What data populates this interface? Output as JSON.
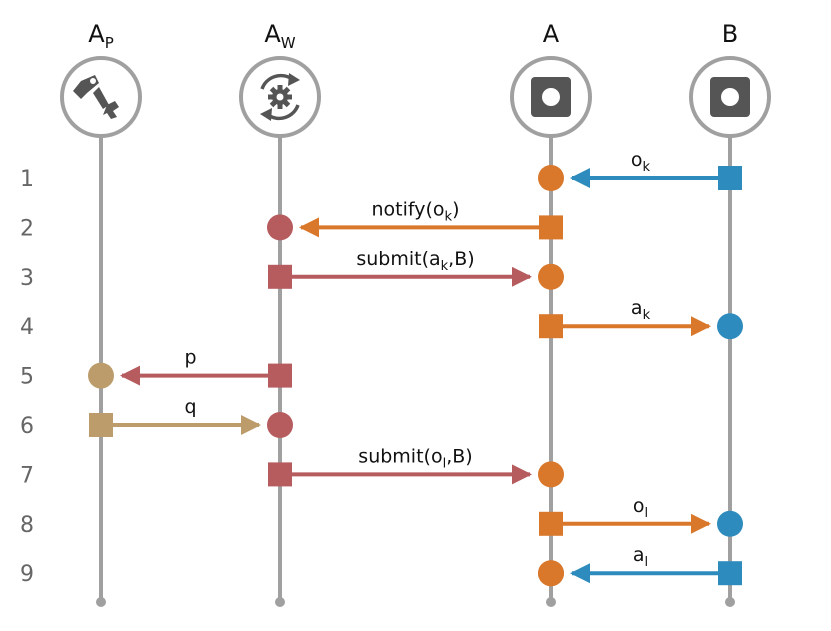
{
  "colors": {
    "lifeline": "#a0a0a0",
    "orange": "#d9772a",
    "red": "#b65b5e",
    "blue": "#2e8bbd",
    "tan": "#bc9c6a",
    "icon": "#555555",
    "row_number": "#666666"
  },
  "participants": [
    {
      "id": "AP",
      "label": "A",
      "sub": "P",
      "icon": "robot-arm-icon"
    },
    {
      "id": "AW",
      "label": "A",
      "sub": "W",
      "icon": "gear-cycle-icon"
    },
    {
      "id": "A",
      "label": "A",
      "sub": "",
      "icon": "square-node-icon"
    },
    {
      "id": "B",
      "label": "B",
      "sub": "",
      "icon": "square-node-icon"
    }
  ],
  "rows": [
    "1",
    "2",
    "3",
    "4",
    "5",
    "6",
    "7",
    "8",
    "9"
  ],
  "messages": [
    {
      "row": 1,
      "from": "B",
      "to": "A",
      "color": "blue",
      "text": "o",
      "sub": "k",
      "suffix": ""
    },
    {
      "row": 2,
      "from": "A",
      "to": "AW",
      "color": "orange",
      "text": "notify(o",
      "sub": "k",
      "suffix": ")"
    },
    {
      "row": 3,
      "from": "AW",
      "to": "A",
      "color": "red",
      "text": "submit(a",
      "sub": "k",
      "suffix": ",B)"
    },
    {
      "row": 4,
      "from": "A",
      "to": "B",
      "color": "orange",
      "text": "a",
      "sub": "k",
      "suffix": ""
    },
    {
      "row": 5,
      "from": "AW",
      "to": "AP",
      "color": "red",
      "text": "p",
      "sub": "",
      "suffix": ""
    },
    {
      "row": 6,
      "from": "AP",
      "to": "AW",
      "color": "tan",
      "text": "q",
      "sub": "",
      "suffix": ""
    },
    {
      "row": 7,
      "from": "AW",
      "to": "A",
      "color": "red",
      "text": "submit(o",
      "sub": "l",
      "suffix": ",B)"
    },
    {
      "row": 8,
      "from": "A",
      "to": "B",
      "color": "orange",
      "text": "o",
      "sub": "l",
      "suffix": ""
    },
    {
      "row": 9,
      "from": "B",
      "to": "A",
      "color": "blue",
      "text": "a",
      "sub": "l",
      "suffix": ""
    }
  ],
  "orphan_nodes": [
    {
      "row": 9,
      "at": "A",
      "color": "orange",
      "shape": "circle"
    }
  ]
}
